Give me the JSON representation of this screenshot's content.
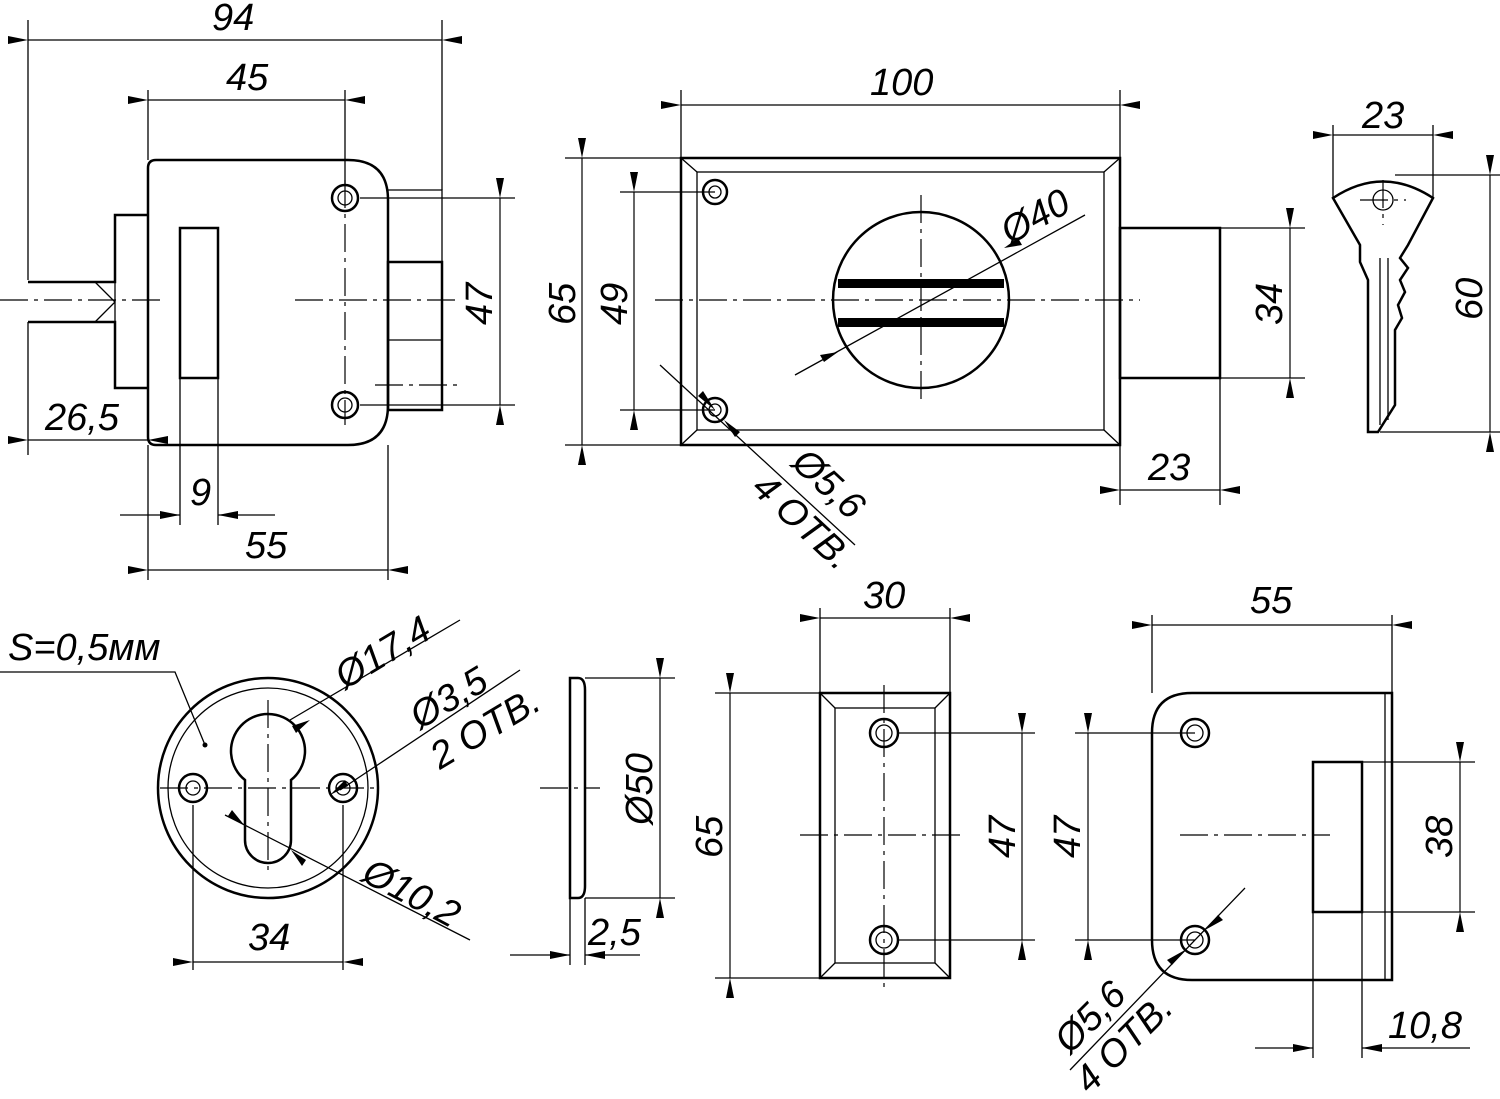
{
  "side_view": {
    "overall_length": "94",
    "body_hole_offset": "45",
    "hole_spacing": "47",
    "shaft_length": "26,5",
    "bolt_width": "9",
    "body_width": "55"
  },
  "front_view": {
    "width": "100",
    "height": "65",
    "hole_spacing": "49",
    "cylinder_diameter": "Ø40",
    "bolt_height": "34",
    "bolt_projection": "23",
    "hole_diameter": "Ø5,6",
    "hole_count": "4 ОТВ."
  },
  "key": {
    "width": "23",
    "length": "60"
  },
  "escutcheon": {
    "thickness_note": "S=0,5мм",
    "outer_diameter": "Ø17,4",
    "hole_diameter": "Ø3,5",
    "hole_count": "2 ОТВ.",
    "slot_diameter": "Ø10,2",
    "hole_spacing": "34",
    "plate_diameter": "Ø50",
    "plate_thickness": "2,5"
  },
  "strike_plate": {
    "width": "30",
    "height": "65",
    "hole_spacing": "47"
  },
  "back_view": {
    "width": "55",
    "hole_spacing": "47",
    "bolt_height": "38",
    "hole_diameter": "Ø5,6",
    "hole_count": "4 ОТВ.",
    "bolt_width": "10,8"
  }
}
